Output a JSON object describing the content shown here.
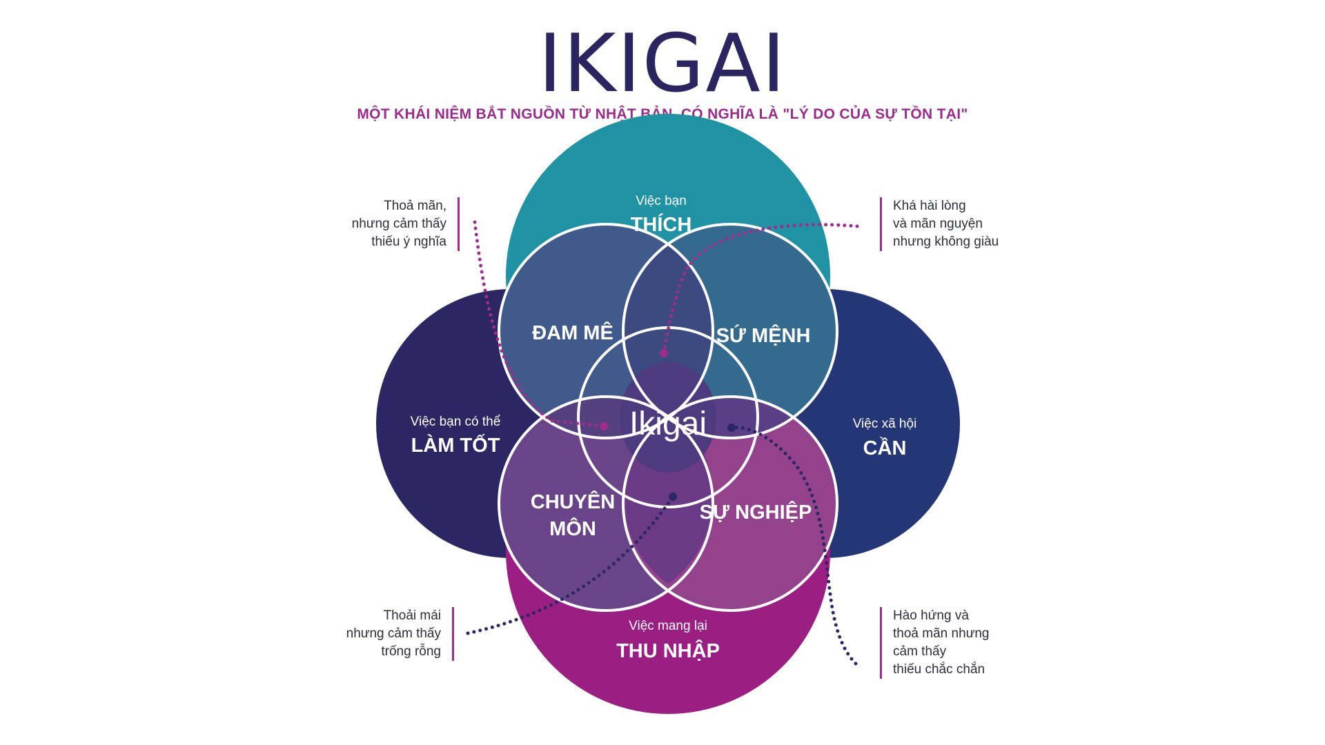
{
  "title": "IKIGAI",
  "subtitle": "MỘT KHÁI NIỆM BẮT NGUỒN TỪ NHẬT BẢN, CÓ NGHĨA LÀ \"LÝ DO CỦA SỰ TỒN TẠI\"",
  "colors": {
    "title": "#2a2560",
    "subtitle": "#9b2a8c",
    "love": "#1f93a3",
    "good_at": "#2d2665",
    "needs": "#243676",
    "paid": "#9b1f83",
    "passion": "#3f5a8b",
    "mission": "#356a8f",
    "profession": "#6a4488",
    "vocation": "#95428d",
    "ikigai": "#513a80",
    "accent": "#a02c8c"
  },
  "circles": {
    "love": {
      "small": "Việc bạn",
      "big": "THÍCH"
    },
    "good_at": {
      "small": "Việc bạn có thể",
      "big": "LÀM TỐT"
    },
    "needs": {
      "small": "Việc xã hội",
      "big": "CẦN"
    },
    "paid": {
      "small": "Việc mang lại",
      "big": "THU NHẬP"
    }
  },
  "overlaps": {
    "passion": "ĐAM MÊ",
    "mission": "SỨ MỆNH",
    "profession_line1": "CHUYÊN",
    "profession_line2": "MÔN",
    "vocation": "SỰ NGHIỆP",
    "center": "Ikigai"
  },
  "notes": {
    "top_left": [
      "Thoả mãn,",
      "nhưng cảm thấy",
      "thiếu ý nghĩa"
    ],
    "top_right": [
      "Khá hài lòng",
      "và mãn nguyện",
      "nhưng không giàu"
    ],
    "bottom_left": [
      "Thoải mái",
      "nhưng cảm thấy",
      "trống rỗng"
    ],
    "bottom_right": [
      "Hào hứng và",
      "thoả mãn nhưng",
      "cảm thấy",
      "thiếu chắc chắn"
    ]
  }
}
